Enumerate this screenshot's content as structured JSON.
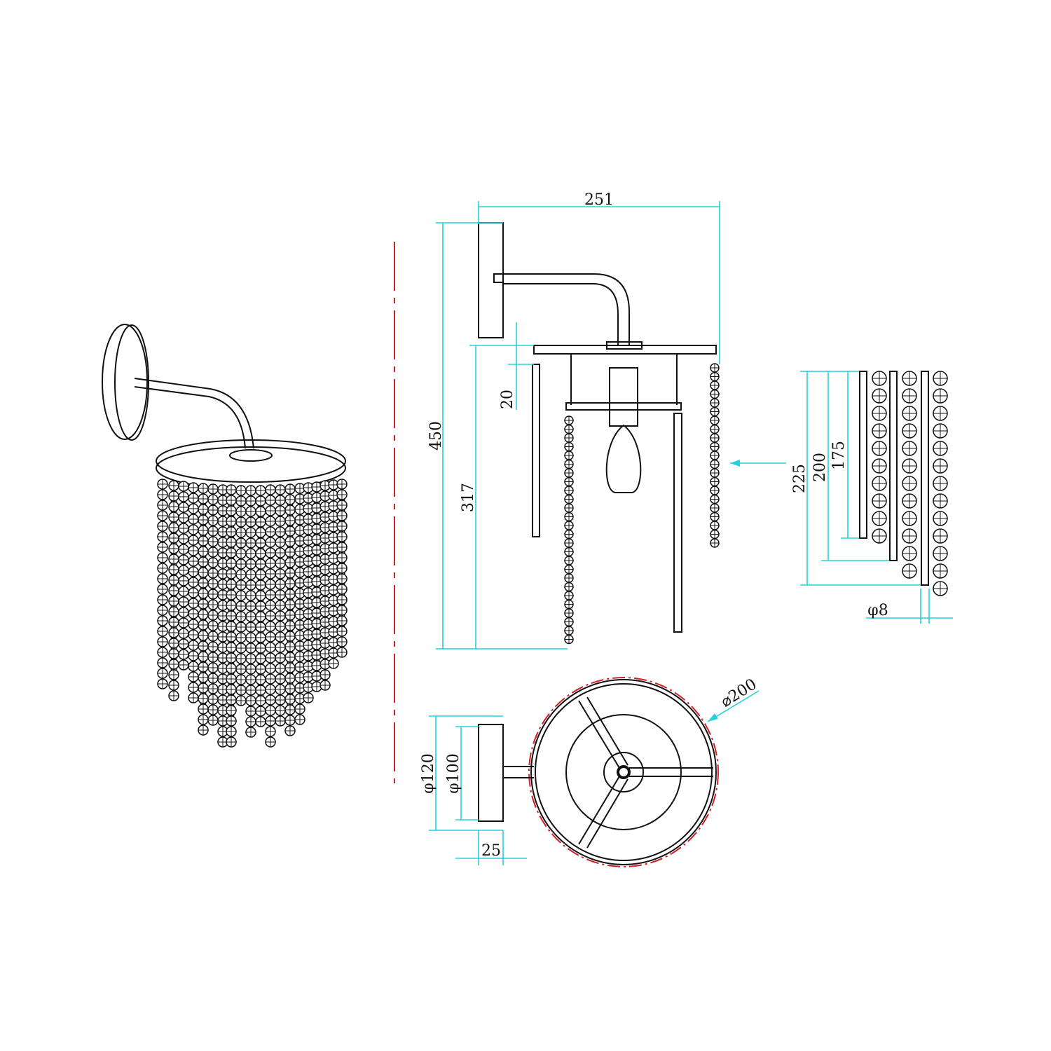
{
  "colors": {
    "line": "#111111",
    "dimension": "#22d3dc",
    "centerline": "#d0202a"
  },
  "dimensions": {
    "width": "251",
    "total_height": "450",
    "drop_height": "317",
    "frame_offset": "20",
    "crystal_225": "225",
    "crystal_200": "200",
    "crystal_175": "175",
    "rod_diameter": "φ8",
    "ring_diameter": "⌀200",
    "plate_diameter": "φ120",
    "plate_inner_diameter": "φ100",
    "plate_depth": "25"
  }
}
